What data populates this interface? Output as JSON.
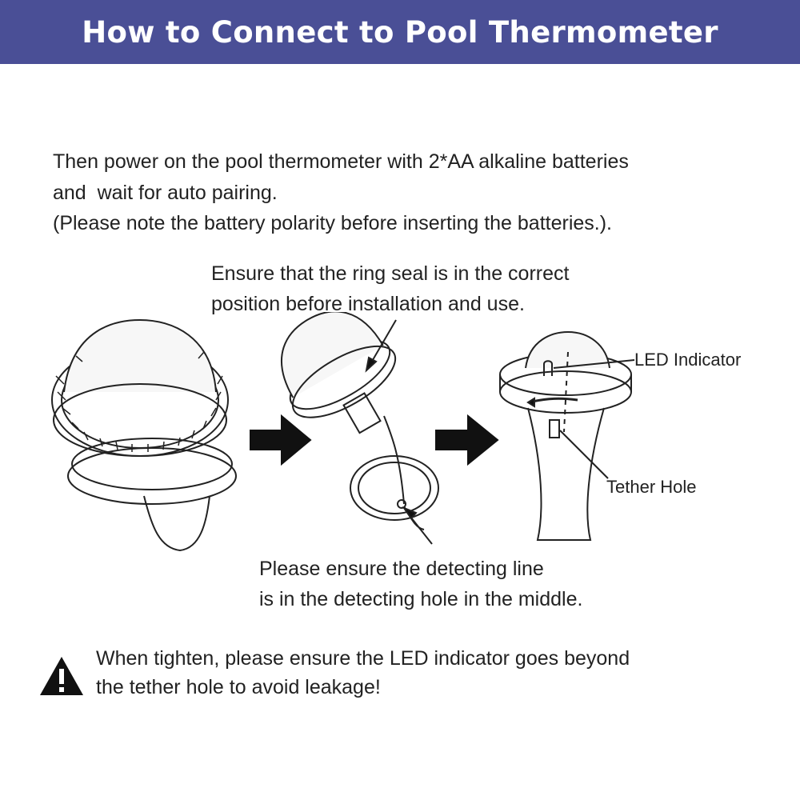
{
  "header": {
    "title": "How to Connect to Pool Thermometer",
    "background_color": "#4a4f96"
  },
  "intro": {
    "line1": "Then power on the pool thermometer with 2*AA alkaline batteries",
    "line2": "and  wait for auto pairing.",
    "line3": "(Please note the battery polarity before inserting the batteries.)."
  },
  "callouts": {
    "ring_seal_line1": "Ensure that the ring seal is in the correct",
    "ring_seal_line2": "position before installation and use.",
    "detecting_line1": "Please ensure the detecting line",
    "detecting_line2": "is in the detecting hole in the middle."
  },
  "labels": {
    "led_indicator": "LED Indicator",
    "tether_hole": "Tether Hole"
  },
  "warning": {
    "icon": "warning-triangle-icon",
    "line1": "When tighten, please ensure the LED indicator goes beyond",
    "line2": "the tether hole to avoid leakage!"
  }
}
